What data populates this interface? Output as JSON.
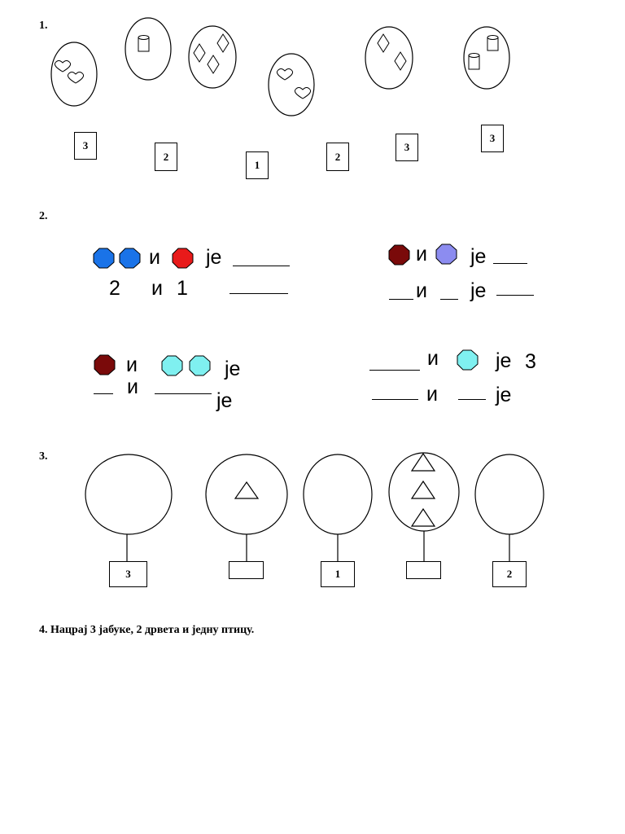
{
  "task1": {
    "number": "1.",
    "boxes": [
      "3",
      "2",
      "1",
      "2",
      "3",
      "3"
    ]
  },
  "task2": {
    "number": "2.",
    "and_word": "и",
    "is_word": "је",
    "row1_numbers": {
      "a": "2",
      "b": "1"
    },
    "result_q4": "3",
    "colors": {
      "blue": "#1a73e8",
      "red": "#e81a1a",
      "dark_red": "#7a0a0a",
      "lavender": "#8c8cf0",
      "cyan": "#7ff0f0"
    }
  },
  "task3": {
    "number": "3.",
    "boxes": [
      "3",
      "",
      "1",
      "",
      "2"
    ]
  },
  "task4": {
    "text": "4. Нацрај 3 јабуке, 2 дрвета и једну птицу."
  }
}
